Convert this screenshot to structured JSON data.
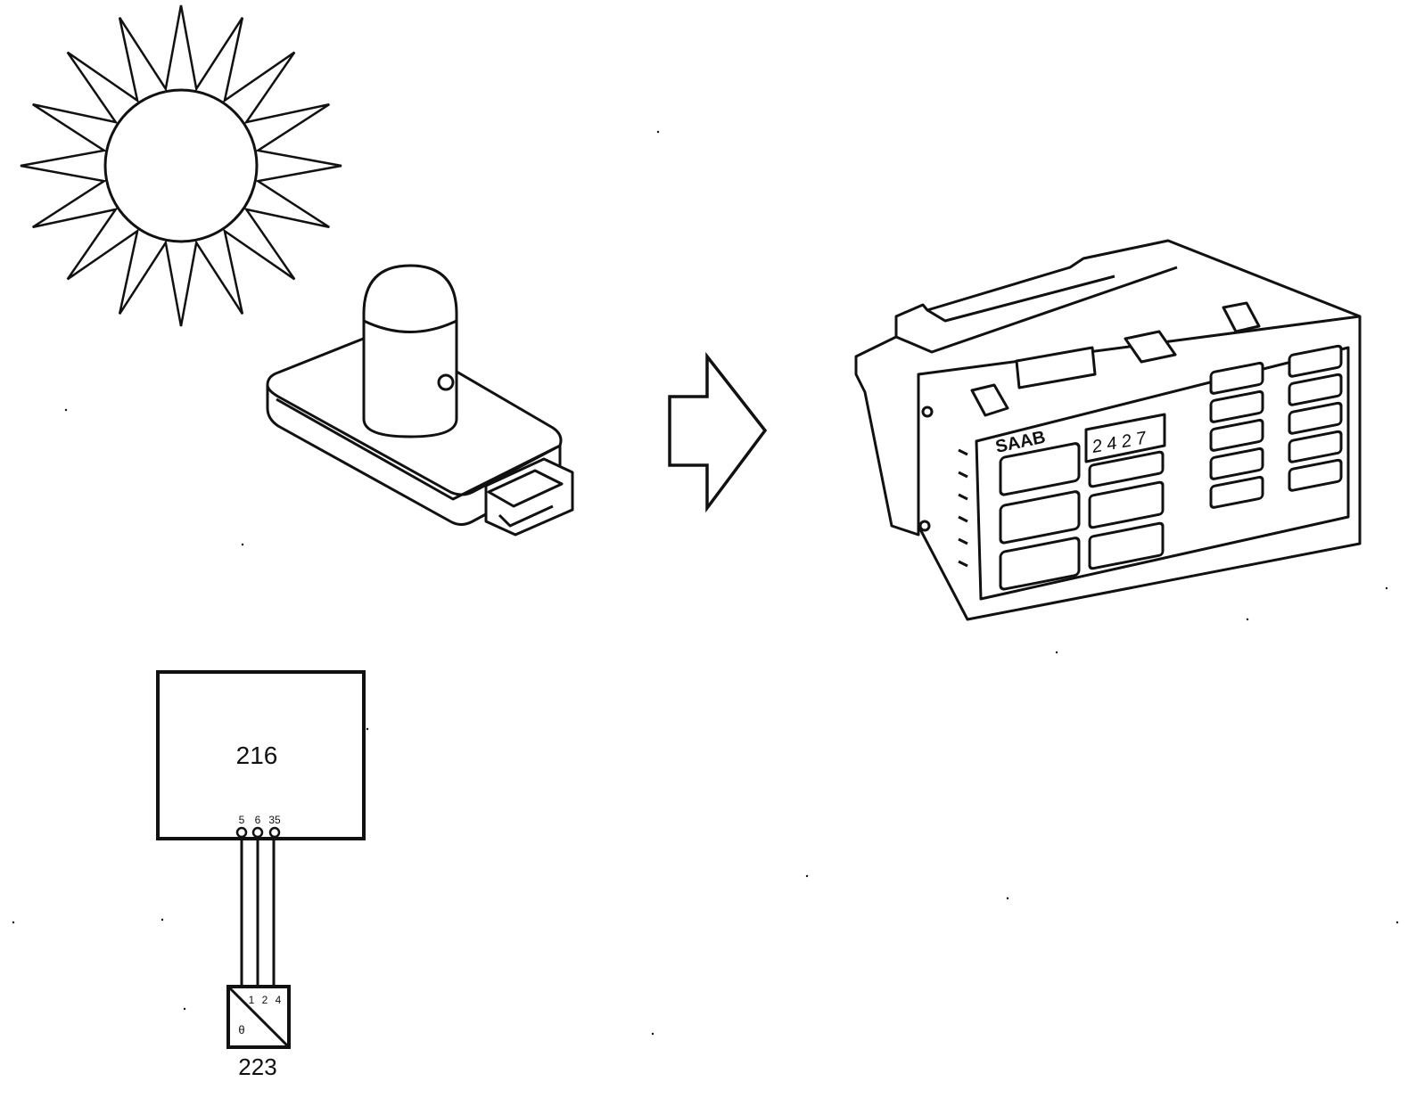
{
  "schematic": {
    "module_number": "216",
    "pins": [
      "5",
      "6",
      "35"
    ],
    "sensor_number": "223",
    "sensor_pins": [
      "1",
      "2",
      "4"
    ],
    "sensor_symbol": "θ"
  },
  "panel": {
    "brand": "SAAB",
    "display_text": "2 4 2 7"
  },
  "colors": {
    "ink": "#111111",
    "background": "#ffffff"
  },
  "icons": [
    "sun-icon",
    "sunlight-sensor",
    "arrow-right-icon",
    "climate-control-panel"
  ]
}
